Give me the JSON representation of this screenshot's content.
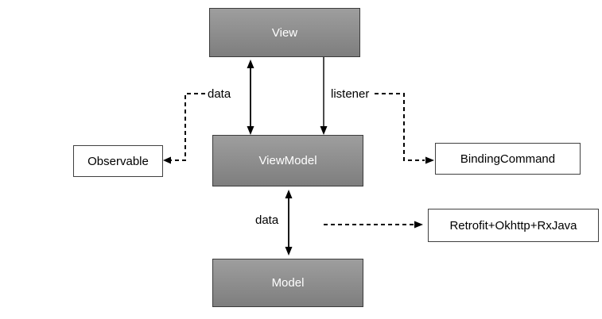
{
  "diagram": {
    "type": "architecture-flow",
    "nodes": {
      "view": {
        "label": "View"
      },
      "viewmodel": {
        "label": "ViewModel"
      },
      "model": {
        "label": "Model"
      },
      "observable": {
        "label": "Observable"
      },
      "binding_command": {
        "label": "BindingCommand"
      },
      "network": {
        "label": "Retrofit+Okhttp+RxJava"
      }
    },
    "edges": {
      "view_viewmodel_data": {
        "label": "data",
        "style": "solid",
        "direction": "bidirectional"
      },
      "view_viewmodel_listener": {
        "label": "listener",
        "style": "solid",
        "direction": "down"
      },
      "viewmodel_model_data": {
        "label": "data",
        "style": "solid",
        "direction": "bidirectional"
      },
      "data_to_observable": {
        "label": "",
        "style": "dashed",
        "direction": "left"
      },
      "listener_to_bindingcommand": {
        "label": "",
        "style": "dashed",
        "direction": "right"
      },
      "model_to_network": {
        "label": "",
        "style": "dashed",
        "direction": "right"
      }
    },
    "colors": {
      "node_fill_top": "#9e9e9e",
      "node_fill_bottom": "#7e7e7e",
      "node_border": "#3c3c3c",
      "node_text": "#ffffff",
      "plain_box_border": "#404040",
      "plain_box_text": "#000000",
      "connector": "#000000",
      "background": "#ffffff"
    }
  }
}
